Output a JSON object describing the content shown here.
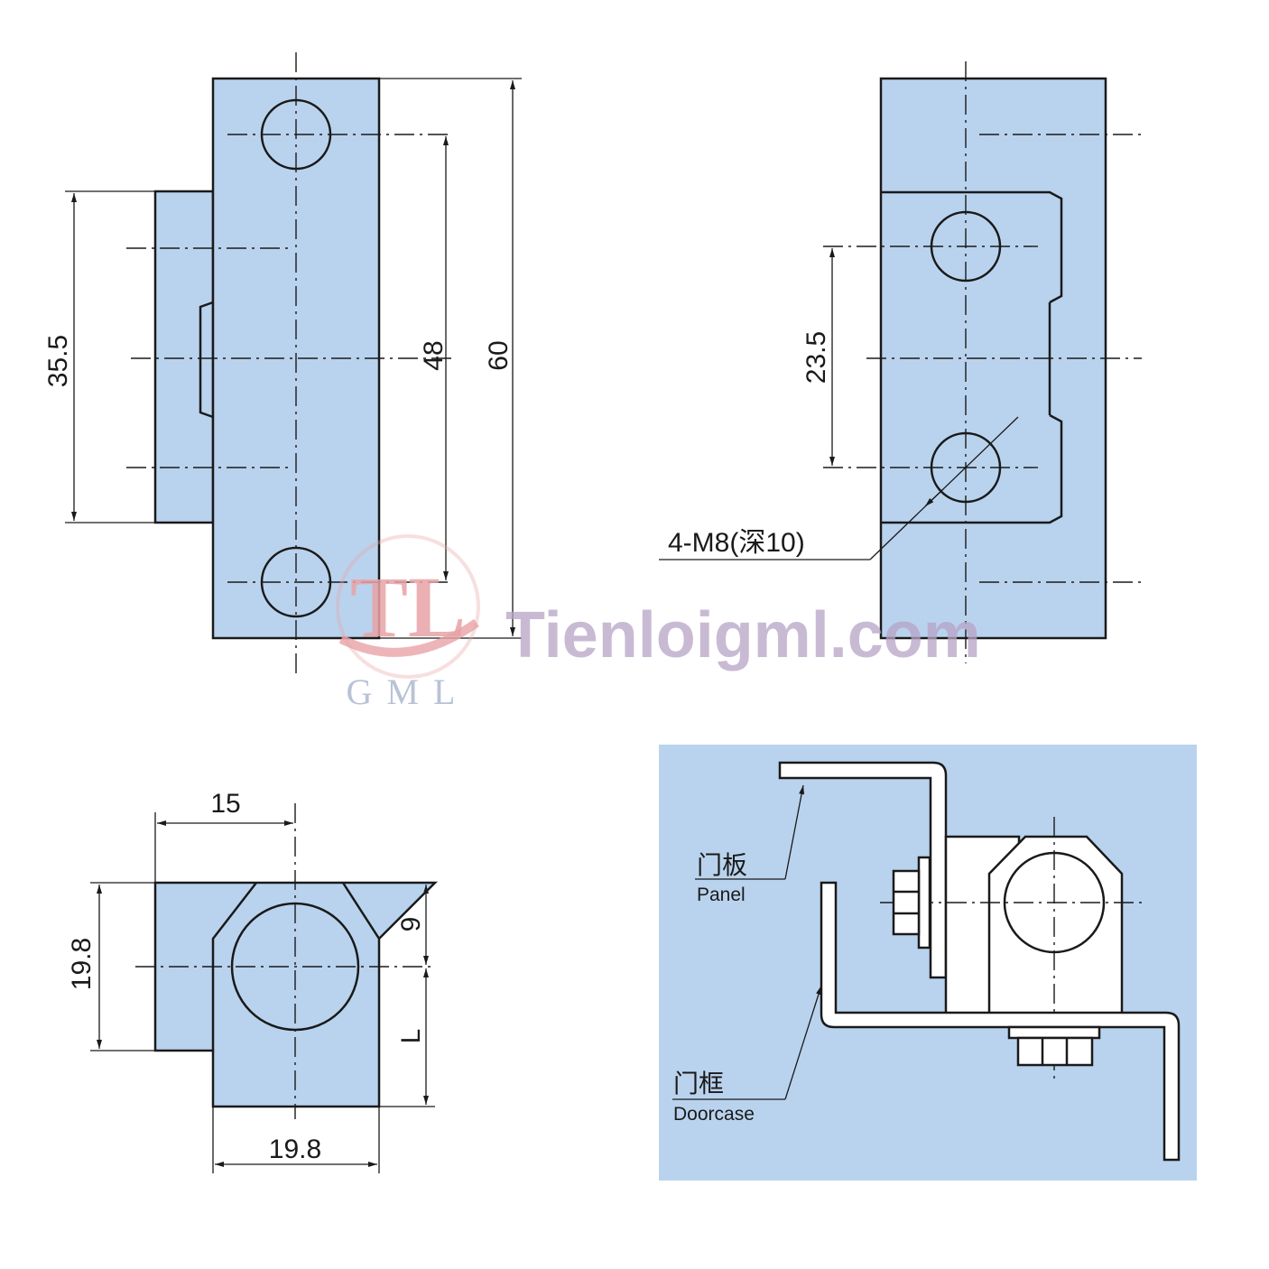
{
  "dimensions": {
    "front_pitch": "35.5",
    "front_hole_spacing": "48",
    "front_height": "60",
    "side_hole_spacing": "23.5",
    "top_width_upper": "15",
    "top_height_left": "19.8",
    "top_offset_upper": "9",
    "top_offset_lower": "L",
    "top_width_lower": "19.8"
  },
  "callouts": {
    "thread": "4-M8(深10)"
  },
  "install": {
    "panel_cn": "门板",
    "panel_en": "Panel",
    "doorcase_cn": "门框",
    "doorcase_en": "Doorcase"
  },
  "watermark": {
    "logo": "TL",
    "logo_sub": "GML",
    "site": "Tienloigml.com"
  },
  "colors": {
    "part_fill": "#b9d3ee",
    "install_background": "#b9d3ee",
    "line": "#1a1a1a"
  }
}
